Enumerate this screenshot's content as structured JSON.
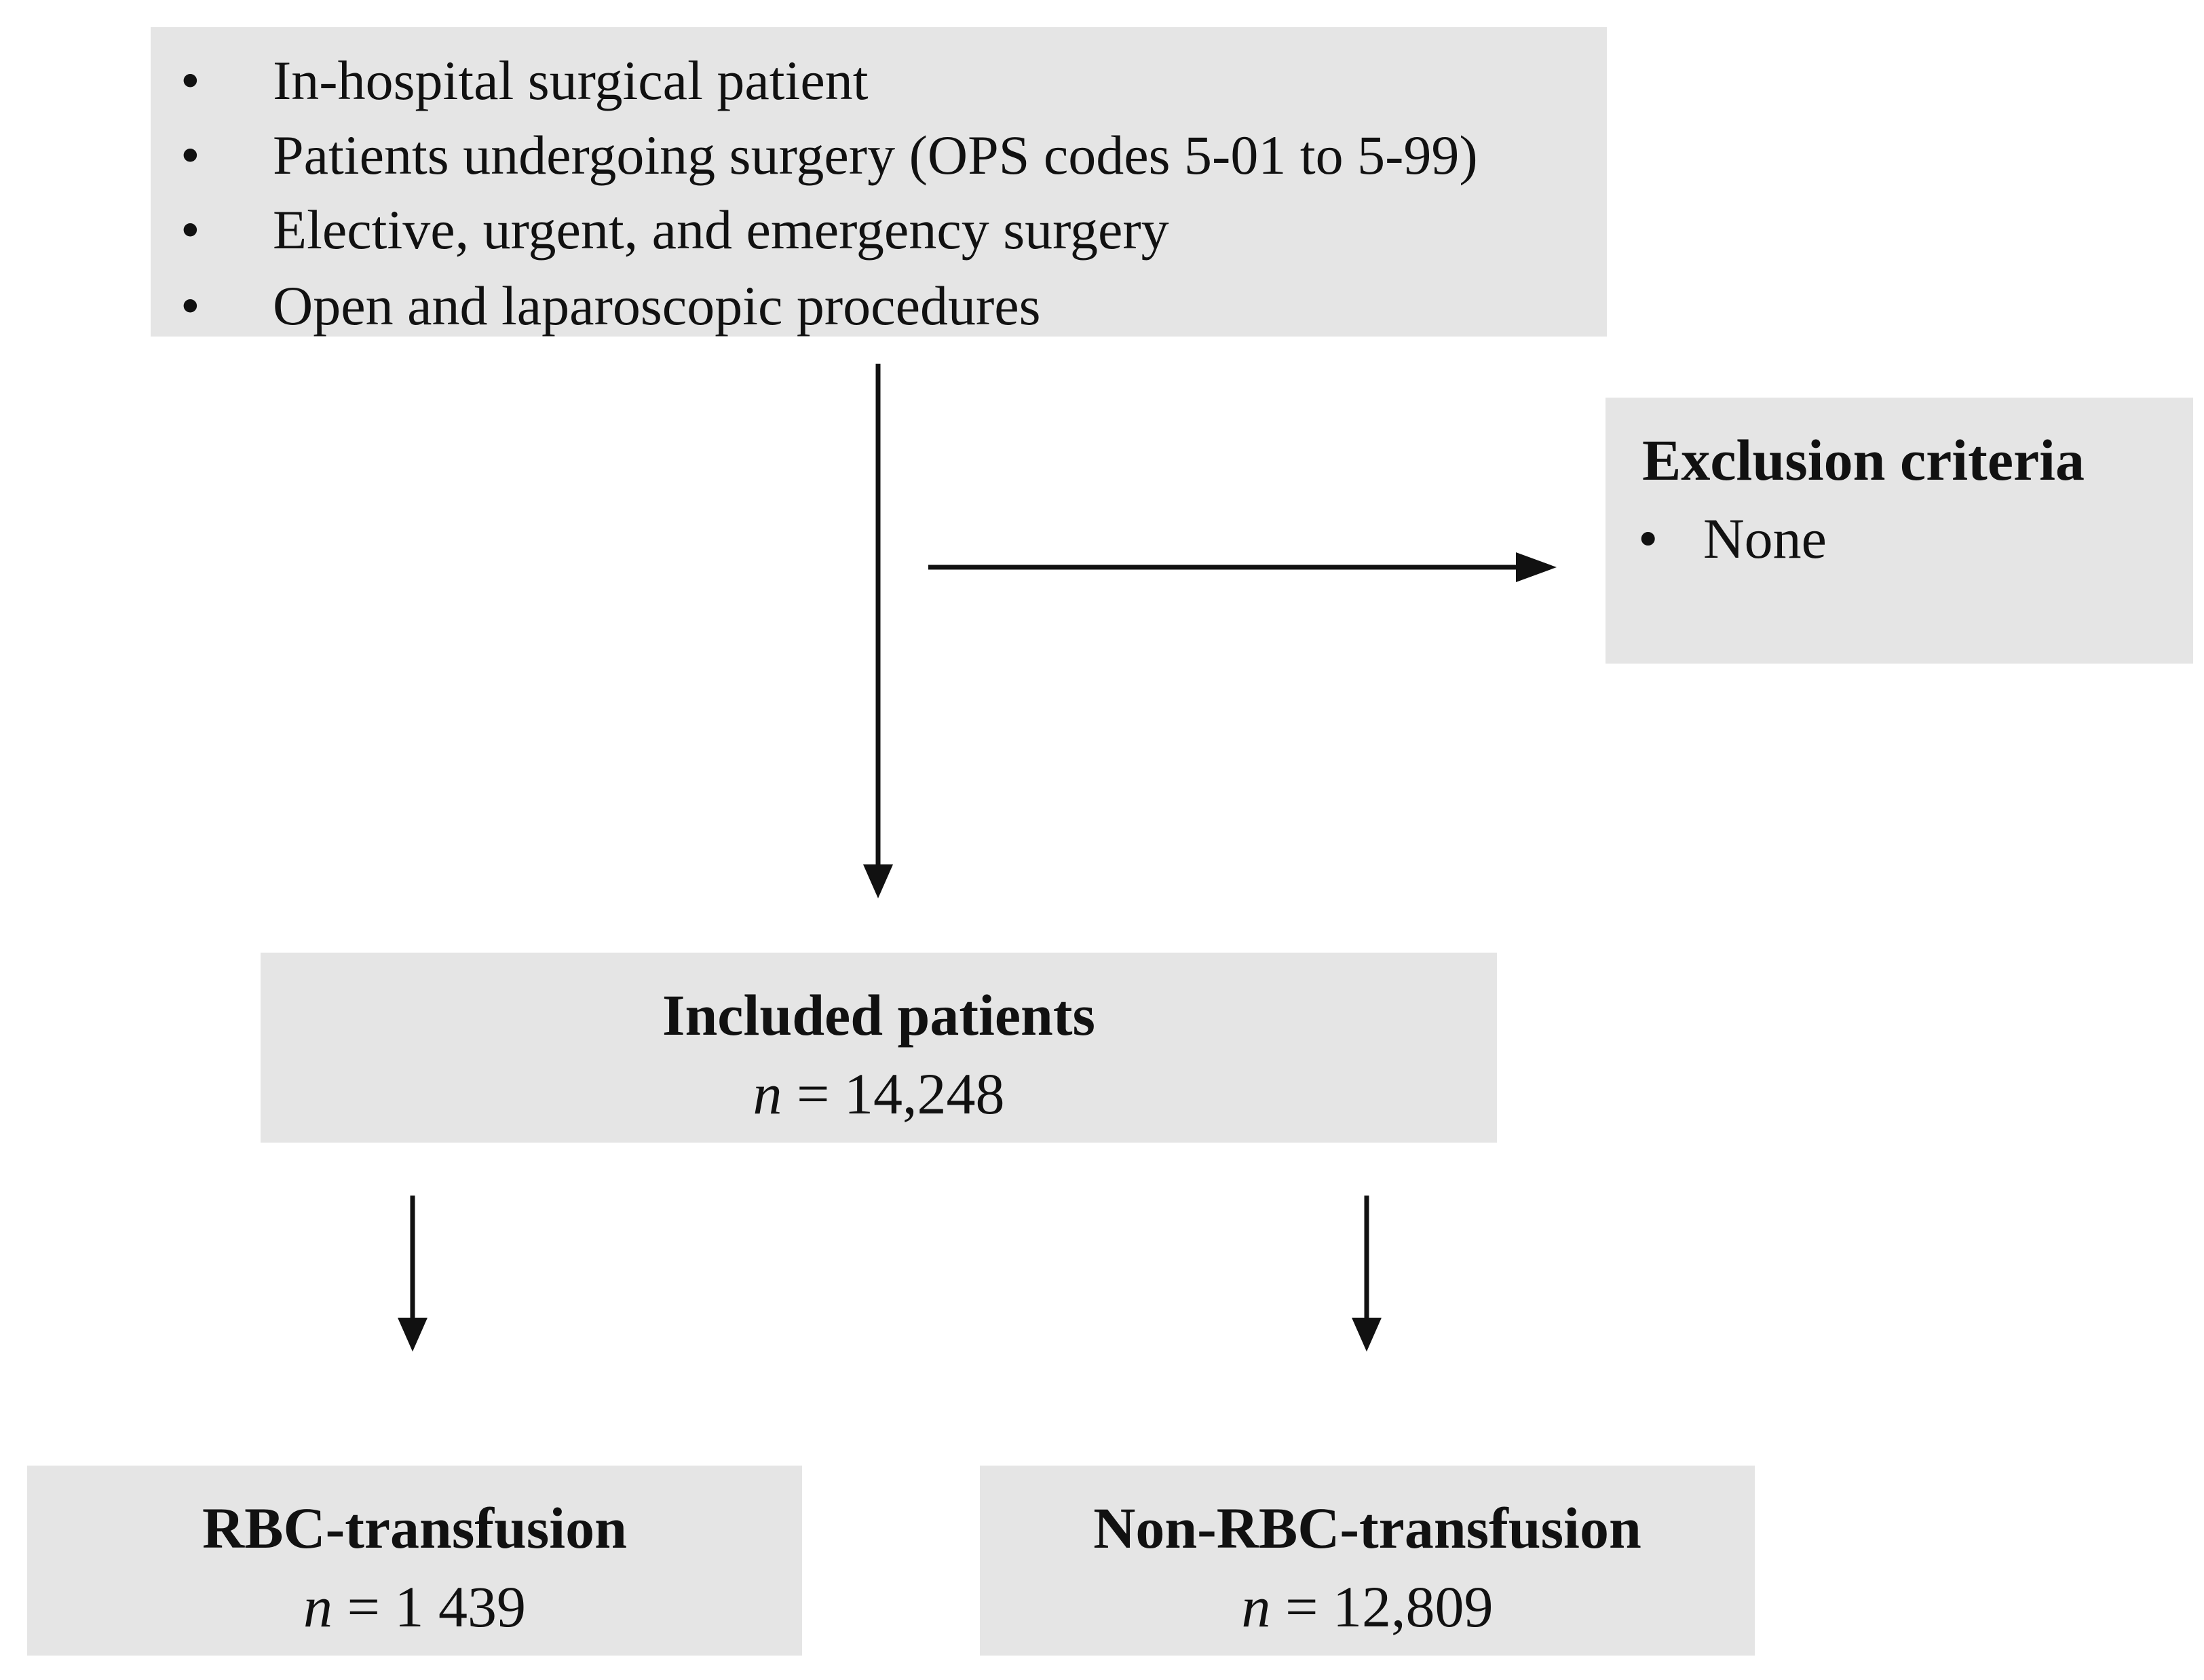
{
  "inclusion_criteria": {
    "items": [
      "In-hospital surgical patient",
      "Patients undergoing surgery (OPS codes 5-01 to 5-99)",
      "Elective, urgent, and emergency surgery",
      "Open and laparoscopic procedures"
    ]
  },
  "exclusion_criteria": {
    "title": "Exclusion criteria",
    "items": [
      "None"
    ]
  },
  "included_patients": {
    "title": "Included patients",
    "n_symbol": "n",
    "count": "= 14,248"
  },
  "rbc_transfusion": {
    "title": "RBC-transfusion",
    "n_symbol": "n",
    "count": "= 1 439"
  },
  "non_rbc_transfusion": {
    "title": "Non-RBC-transfusion",
    "n_symbol": "n",
    "count": "= 12,809"
  },
  "bullet_symbol": "•",
  "colors": {
    "box_fill": "#e5e5e5",
    "arrow": "#111111",
    "text": "#111111"
  }
}
